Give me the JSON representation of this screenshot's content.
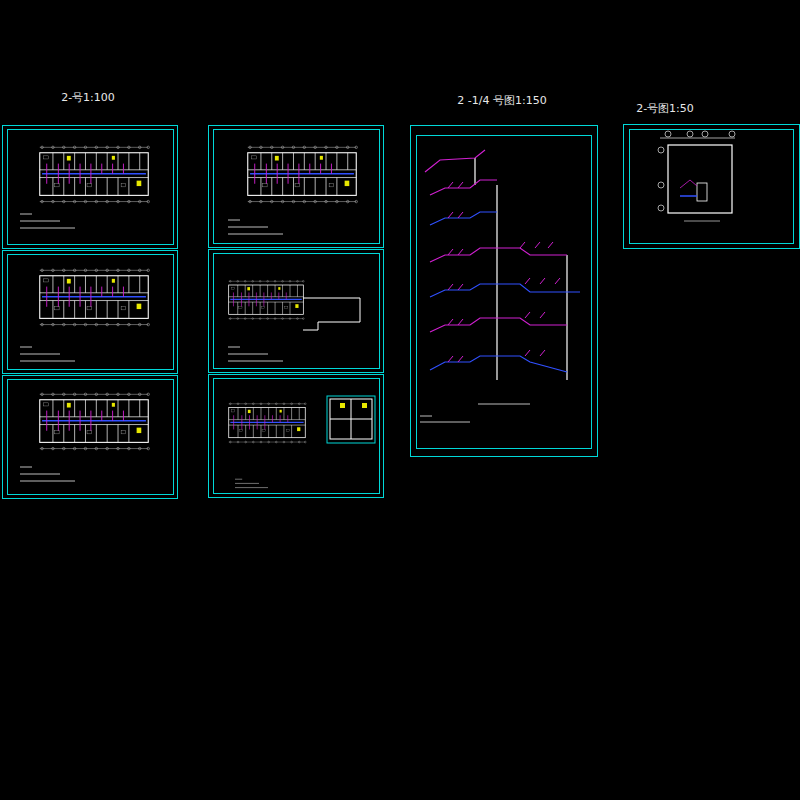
{
  "diagram": {
    "labels": [
      "2-号1:100",
      "2 -1/4 号图1:150",
      "2-号图1:50"
    ]
  }
}
